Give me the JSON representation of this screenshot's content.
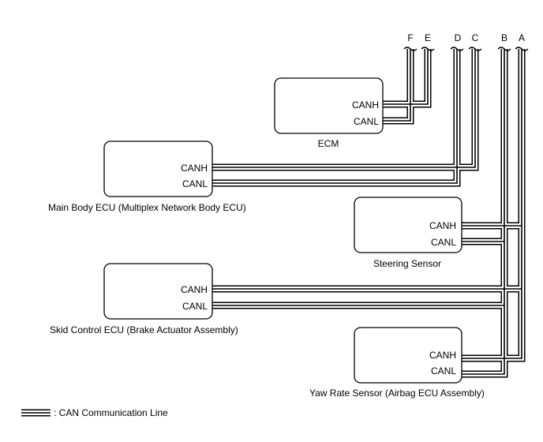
{
  "title": "CAN Communication System Wiring Diagram",
  "bus_lines": [
    {
      "id": "F",
      "label": "F"
    },
    {
      "id": "E",
      "label": "E"
    },
    {
      "id": "D",
      "label": "D"
    },
    {
      "id": "C",
      "label": "C"
    },
    {
      "id": "B",
      "label": "B"
    },
    {
      "id": "A",
      "label": "A"
    }
  ],
  "components": {
    "ecm": {
      "name": "ECM",
      "pins": {
        "h": "CANH",
        "l": "CANL"
      },
      "canh_to": "E",
      "canl_to": "F"
    },
    "main_body": {
      "name": "Main Body ECU (Multiplex Network Body ECU)",
      "pins": {
        "h": "CANH",
        "l": "CANL"
      },
      "canh_to": "C",
      "canl_to": "D"
    },
    "steering": {
      "name": "Steering Sensor",
      "pins": {
        "h": "CANH",
        "l": "CANL"
      },
      "canh_to": "A",
      "canl_to": "B"
    },
    "skid": {
      "name": "Skid Control ECU (Brake Actuator Assembly)",
      "pins": {
        "h": "CANH",
        "l": "CANL"
      },
      "canh_to": "A",
      "canl_to": "B"
    },
    "yaw": {
      "name": "Yaw Rate Sensor (Airbag ECU Assembly)",
      "pins": {
        "h": "CANH",
        "l": "CANL"
      },
      "canh_to": "A",
      "canl_to": "B"
    }
  },
  "legend": {
    "label": ": CAN Communication Line"
  }
}
